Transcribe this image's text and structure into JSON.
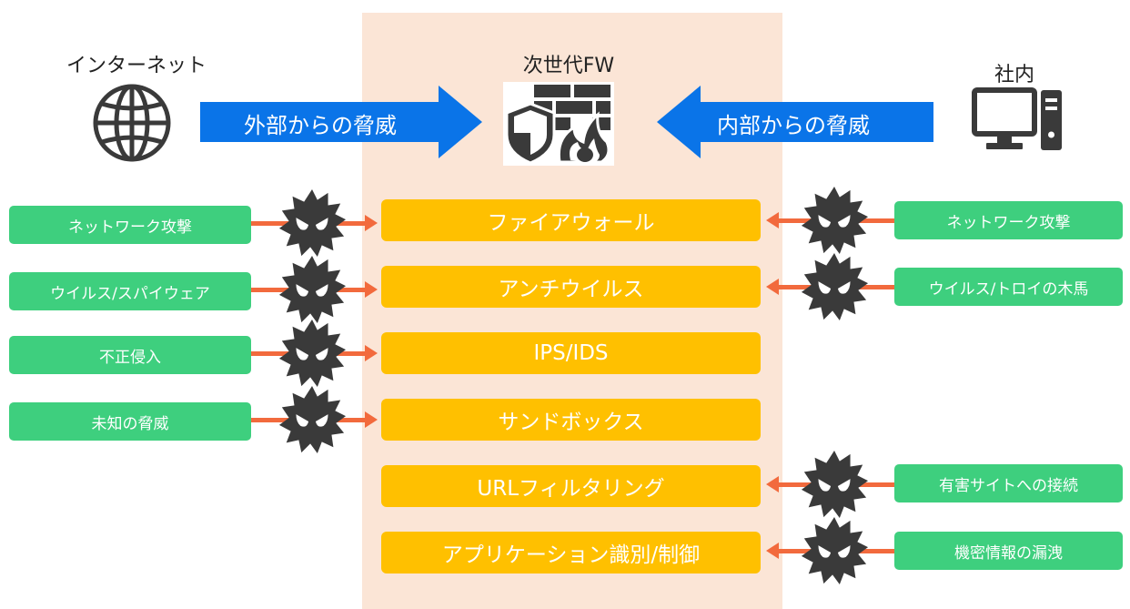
{
  "labels": {
    "internet": "インターネット",
    "ngfw": "次世代FW",
    "company": "社内"
  },
  "arrows": {
    "external": "外部からの脅威",
    "internal": "内部からの脅威"
  },
  "features": [
    "ファイアウォール",
    "アンチウイルス",
    "IPS/IDS",
    "サンドボックス",
    "URLフィルタリング",
    "アプリケーション識別/制御"
  ],
  "external_threats": [
    "ネットワーク攻撃",
    "ウイルス/スパイウェア",
    "不正侵入",
    "未知の脅威"
  ],
  "internal_threats": [
    "ネットワーク攻撃",
    "ウイルス/トロイの木馬",
    "有害サイトへの接続",
    "機密情報の漏洩"
  ],
  "colors": {
    "arrow_blue": "#0a74e8",
    "feature_yellow": "#ffc000",
    "threat_green": "#3ecf7e",
    "connector_orange": "#f26a3d",
    "center_band": "#fbe5d6",
    "icon_dark": "#3a3a3a"
  },
  "icons": [
    "globe-icon",
    "firewall-icon",
    "computer-icon",
    "virus-icon"
  ]
}
